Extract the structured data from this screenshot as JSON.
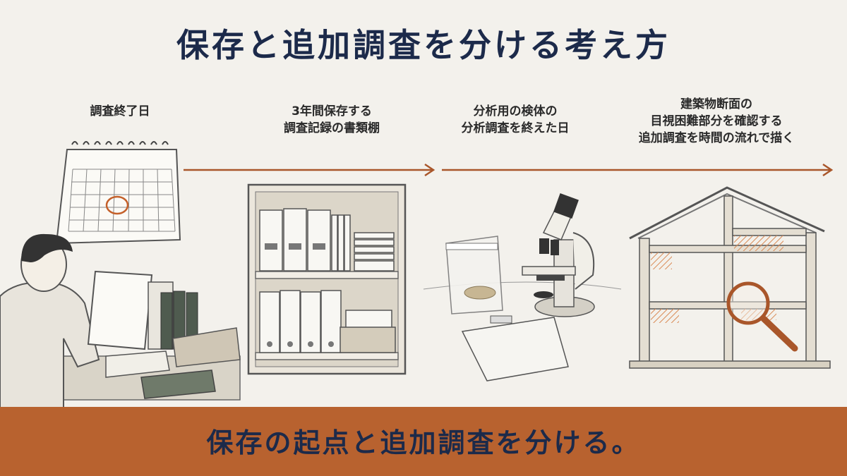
{
  "title": "保存と追加調査を分ける考え方",
  "steps": [
    {
      "lines": [
        "調査終了日"
      ]
    },
    {
      "lines": [
        "3年間保存する",
        "調査記録の書類棚"
      ]
    },
    {
      "lines": [
        "分析用の検体の",
        "分析調査を終えた日"
      ]
    },
    {
      "lines": [
        "建築物断面の",
        "目視困難部分を確認する",
        "追加調査を時間の流れで描く"
      ]
    }
  ],
  "footer": "保存の起点と追加調査を分ける。",
  "colors": {
    "accent": "#b8622f",
    "title": "#1c2a4a",
    "background": "#f3f1ec"
  }
}
